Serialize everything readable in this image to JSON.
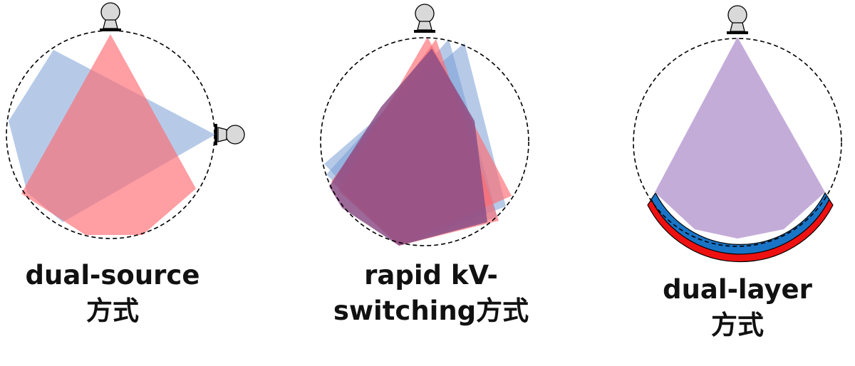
{
  "panels": [
    {
      "id": "dual-source",
      "caption": [
        "dual-source",
        "方式"
      ]
    },
    {
      "id": "rapid-kv-switching",
      "caption": [
        "rapid kV-",
        "switching方式"
      ]
    },
    {
      "id": "dual-layer",
      "caption": [
        "dual-layer",
        "方式"
      ]
    }
  ],
  "colors": {
    "beam_red": "#ff6a72",
    "beam_blue": "#7a9fd6",
    "beam_overlap": "#8b4f86",
    "beam_merged": "#c4acd9",
    "detector_red": "#ee1111",
    "detector_blue": "#1a74c6",
    "source_fill": "#d9d9d9",
    "outline": "#000000"
  }
}
